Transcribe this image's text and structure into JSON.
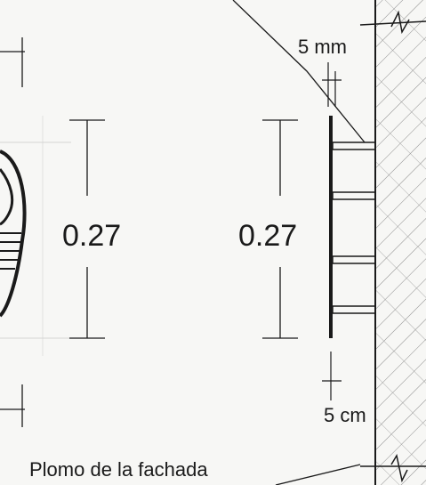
{
  "drawing": {
    "dimension_left": "0.27",
    "dimension_right": "0.27",
    "plate_gap": "5 mm",
    "wall_gap": "5 cm",
    "facade_label": "Plomo de la fachada"
  },
  "colors": {
    "ink": "#1a1a1a",
    "hatch": "#8a8a8a",
    "paper": "#f7f7f5"
  }
}
